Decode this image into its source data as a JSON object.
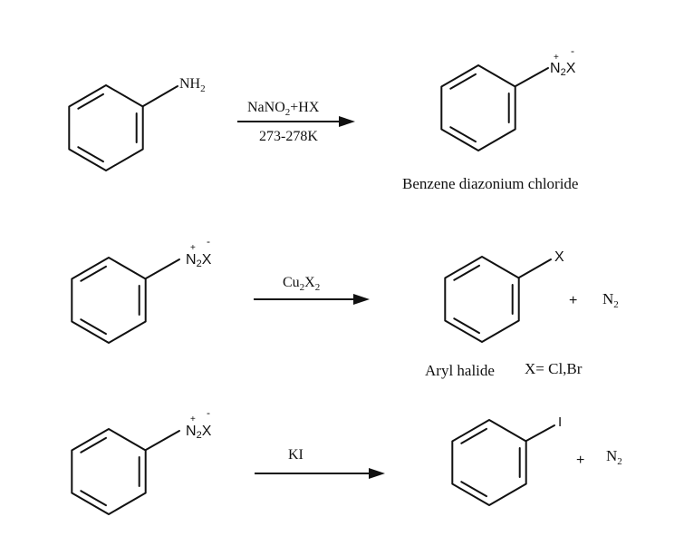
{
  "reactions": [
    {
      "reactant": {
        "group": {
          "main": "NH",
          "sub": "2"
        }
      },
      "conditions": {
        "above": {
          "a": "NaNO",
          "sub": "2",
          "b": "+HX"
        },
        "below": "273-278K"
      },
      "product": {
        "group": {
          "charge": "+",
          "n": "N",
          "sub": "2",
          "x": "X",
          "anion": "-"
        },
        "name": "Benzene diazonium chloride"
      }
    },
    {
      "reactant": {
        "group": {
          "charge": "+",
          "n": "N",
          "sub": "2",
          "x": "X",
          "anion": "-"
        }
      },
      "conditions": {
        "above": {
          "a": "Cu",
          "sub1": "2",
          "b": "X",
          "sub2": "2"
        }
      },
      "product": {
        "group": "X",
        "name": "Aryl halide",
        "note": "X= Cl,Br"
      },
      "plus": "+",
      "byproduct": {
        "main": "N",
        "sub": "2"
      }
    },
    {
      "reactant": {
        "group": {
          "charge": "+",
          "n": "N",
          "sub": "2",
          "x": "X",
          "anion": "-"
        }
      },
      "conditions": {
        "above": "KI"
      },
      "product": {
        "group": "I"
      },
      "plus": "+",
      "byproduct": {
        "main": "N",
        "sub": "2"
      }
    }
  ]
}
